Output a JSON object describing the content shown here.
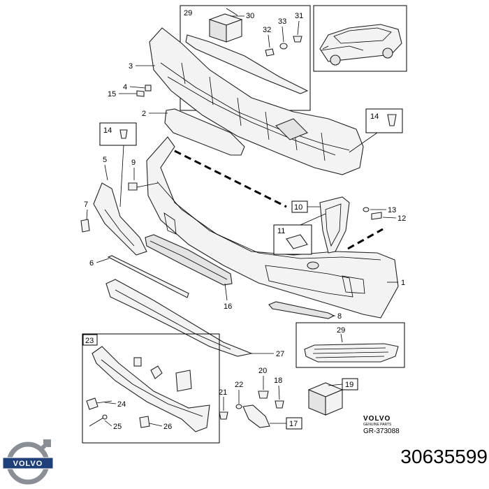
{
  "callouts": {
    "c1": "1",
    "c2": "2",
    "c3": "3",
    "c4": "4",
    "c5": "5",
    "c6": "6",
    "c7": "7",
    "c8": "8",
    "c9": "9",
    "c10": "10",
    "c11": "11",
    "c12": "12",
    "c13": "13",
    "c14a": "14",
    "c14b": "14",
    "c15": "15",
    "c16": "16",
    "c17": "17",
    "c18": "18",
    "c19": "19",
    "c20": "20",
    "c21": "21",
    "c22": "22",
    "c23": "23",
    "c24": "24",
    "c25": "25",
    "c26": "26",
    "c27": "27",
    "c29a": "29",
    "c29b": "29",
    "c30": "30",
    "c31": "31",
    "c32": "32",
    "c33": "33"
  },
  "brand": {
    "name": "VOLVO",
    "sub": "GENUINE PARTS"
  },
  "logo_text": "VOLVO",
  "diagram_code": "GR-373088",
  "part_number": "30635599",
  "icons": {
    "logo": "volvo-iron-mark-logo",
    "car": "suv-car-thumbnail"
  }
}
